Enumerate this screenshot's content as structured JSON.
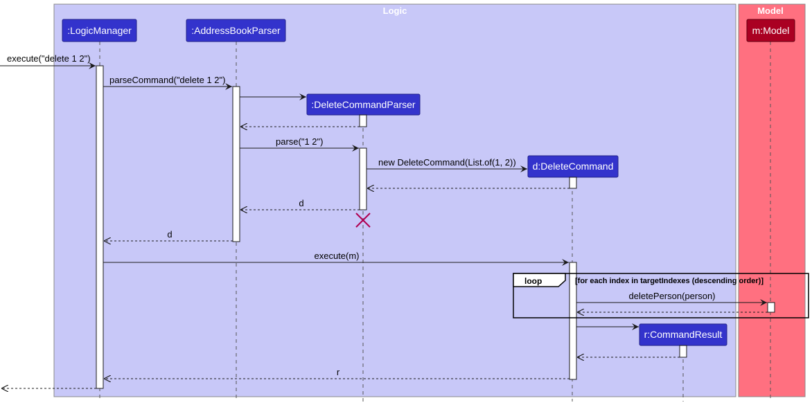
{
  "colors": {
    "logic_bg": "#C8C8F8",
    "model_bg": "#FF7080",
    "participant_fill": "#3333CC",
    "model_participant_fill": "#AA0022",
    "destroy_mark": "#B00050"
  },
  "groups": {
    "logic": "Logic",
    "model": "Model"
  },
  "participants": {
    "logic_manager": ":LogicManager",
    "address_book_parser": ":AddressBookParser",
    "delete_command_parser": ":DeleteCommandParser",
    "delete_command": "d:DeleteCommand",
    "command_result": "r:CommandResult",
    "model": "m:Model"
  },
  "messages": {
    "m1": "execute(\"delete 1 2\")",
    "m2": "parseCommand(\"delete 1 2\")",
    "m3": "parse(\"1 2\")",
    "m4": "new DeleteCommand(List.of(1, 2))",
    "m5": "d",
    "m6": "d",
    "m7": "execute(m)",
    "m8": "deletePerson(person)",
    "m9": "r"
  },
  "loop": {
    "keyword": "loop",
    "guard": "[for each index in targetIndexes (descending order)]"
  }
}
